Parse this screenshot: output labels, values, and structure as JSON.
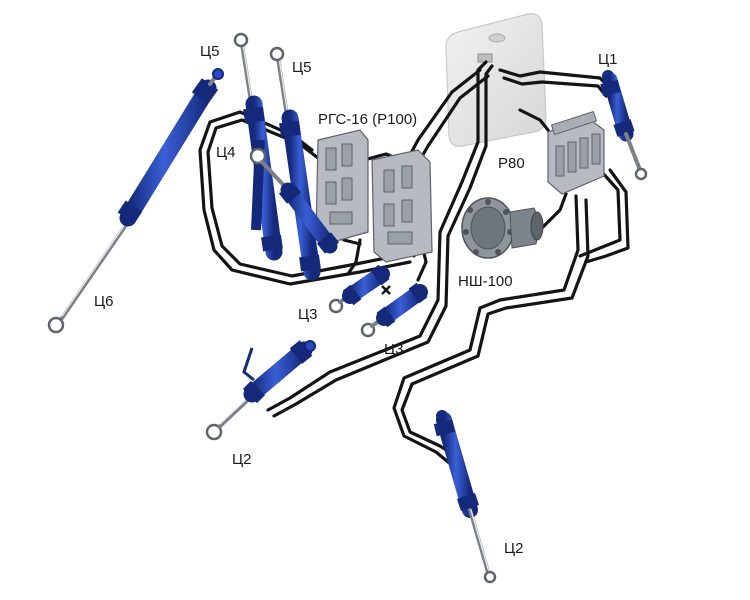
{
  "colors": {
    "cylinder_blue": "#1f3fb0",
    "cylinder_dark": "#14297a",
    "cylinder_light": "#4a6ee0",
    "hose": "#141414",
    "tank": "#e6e6e6",
    "valve_gray": "#b7bbc1"
  },
  "labels": {
    "c5_left": "Ц5",
    "c5_right": "Ц5",
    "c4": "Ц4",
    "c6": "Ц6",
    "c1": "Ц1",
    "c3_upper": "Ц3",
    "c3_lower": "Ц3",
    "c2_left": "Ц2",
    "c2_bottom": "Ц2",
    "rgs": "РГС-16 (Р100)",
    "p80": "Р80",
    "pump": "НШ-100"
  }
}
